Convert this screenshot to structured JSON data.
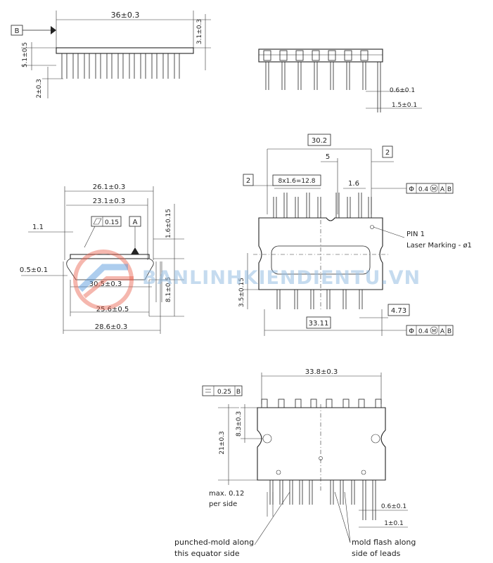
{
  "views": {
    "top": {
      "dim_length": "36±0.3",
      "dim_thickness": "3.1±0.3",
      "dim_height": "5.1±0.5",
      "dim_lead": "2±0.3",
      "datum_b": "B"
    },
    "side": {
      "dim_width": "0.6±0.1",
      "dim_pitch": "1.5±0.1"
    },
    "left": {
      "dim_26": "26.1±0.3",
      "dim_23": "23.1±0.3",
      "dim_1_1": "1.1",
      "flatness_value": "0.15",
      "datum_a": "A",
      "dim_1_6": "1.6±0.15",
      "dim_0_5": "0.5±0.1",
      "dim_30_5": "30.5±0.3",
      "dim_25_6": "25.6±0.5",
      "dim_8_1": "8.1±0.5",
      "dim_28_6": "28.6±0.3"
    },
    "front": {
      "dim_30_2": "30.2",
      "dim_5": "5",
      "dim_2_left": "2",
      "dim_2_right": "2",
      "dim_pitch": "8x1.6=12.8",
      "dim_1_6": "1.6",
      "tol_top": {
        "symbol": "Φ",
        "value": "0.4",
        "modifier": "M",
        "datums": "A",
        "datum2": "B"
      },
      "pin1_label": "PIN 1",
      "laser_label": "Laser Marking - ø1",
      "dim_3_5": "3.5±0.15",
      "dim_4_73": "4.73",
      "dim_33_11": "33.11",
      "tol_bottom": {
        "symbol": "Φ",
        "value": "0.4",
        "modifier": "M",
        "datums": "A",
        "datum2": "B"
      }
    },
    "bottom": {
      "dim_33_8": "33.8±0.3",
      "parallel_value": "0.25",
      "parallel_datum": "B",
      "dim_8_3": "8.3±0.3",
      "dim_21": "21±0.3",
      "max_label_1": "max. 0.12",
      "max_label_2": "per side",
      "dim_0_6": "0.6±0.1",
      "dim_1": "1±0.1",
      "note_punched_1": "punched-mold along",
      "note_punched_2": "this equator side",
      "note_flash_1": "mold flash along",
      "note_flash_2": "side of leads"
    }
  },
  "watermark": {
    "text": "BANLINHKIENDIENTU.VN",
    "colors": {
      "logo_red": "#e8604c",
      "logo_blue": "#4a90d9"
    }
  }
}
